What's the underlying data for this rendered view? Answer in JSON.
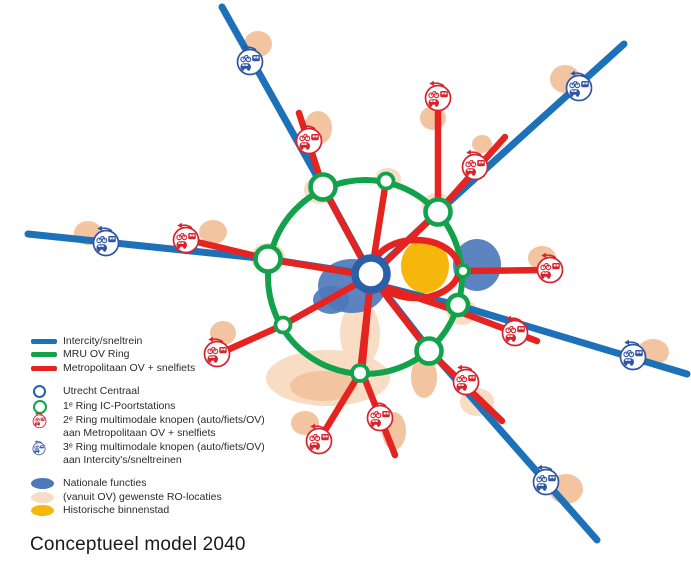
{
  "title": "Conceptueel model 2040",
  "legend": {
    "lines": [
      {
        "label": "Intercity/sneltrein",
        "color": "#1d71b8"
      },
      {
        "label": "MRU OV Ring",
        "color": "#13a24c"
      },
      {
        "label": "Metropolitaan OV + snelfiets",
        "color": "#e52421"
      }
    ],
    "nodes": [
      {
        "label": "Utrecht Centraal",
        "swatch": "circle-blue-icon"
      },
      {
        "label": "1ᵉ Ring IC-Poortstations",
        "swatch": "circle-green-icon"
      },
      {
        "label": "2ᵉ Ring multimodale knopen (auto/fiets/OV)",
        "label2": "aan Metropolitaan OV + snelfiets",
        "swatch": "multimodal-red-icon"
      },
      {
        "label": "3ᵉ Ring multimodale knopen (auto/fiets/OV)",
        "label2": "aan Intercity's/sneltreinen",
        "swatch": "multimodal-blue-icon"
      }
    ],
    "areas": [
      {
        "label": "Nationale functies",
        "color": "#4d79bb"
      },
      {
        "label": "(vanuit OV) gewenste RO-locaties",
        "color": "#f8dcc4"
      },
      {
        "label": "Historische binnenstad",
        "color": "#f6b70c"
      }
    ]
  },
  "diagram": {
    "utrecht_centraal_nodes": 1,
    "ic_poortstations": 9,
    "ring2_multimodal_nodes": 10,
    "ring3_multimodal_nodes": 5,
    "icon_glyphs": "circle with arrow, bike, car and train pictograms"
  },
  "colors": {
    "blue": "#1d71b8",
    "green": "#13a24c",
    "red": "#e52421",
    "natblue": "#4d79bb",
    "peach": "#f8dcc4",
    "peachdark": "#f2c49f",
    "yellow": "#f6b70c",
    "centerblue": "#2b5fa8",
    "iconred": "#d6232e",
    "iconblue": "#2f55a4",
    "text": "#2b2b2b",
    "title": "#1a1a1a"
  }
}
